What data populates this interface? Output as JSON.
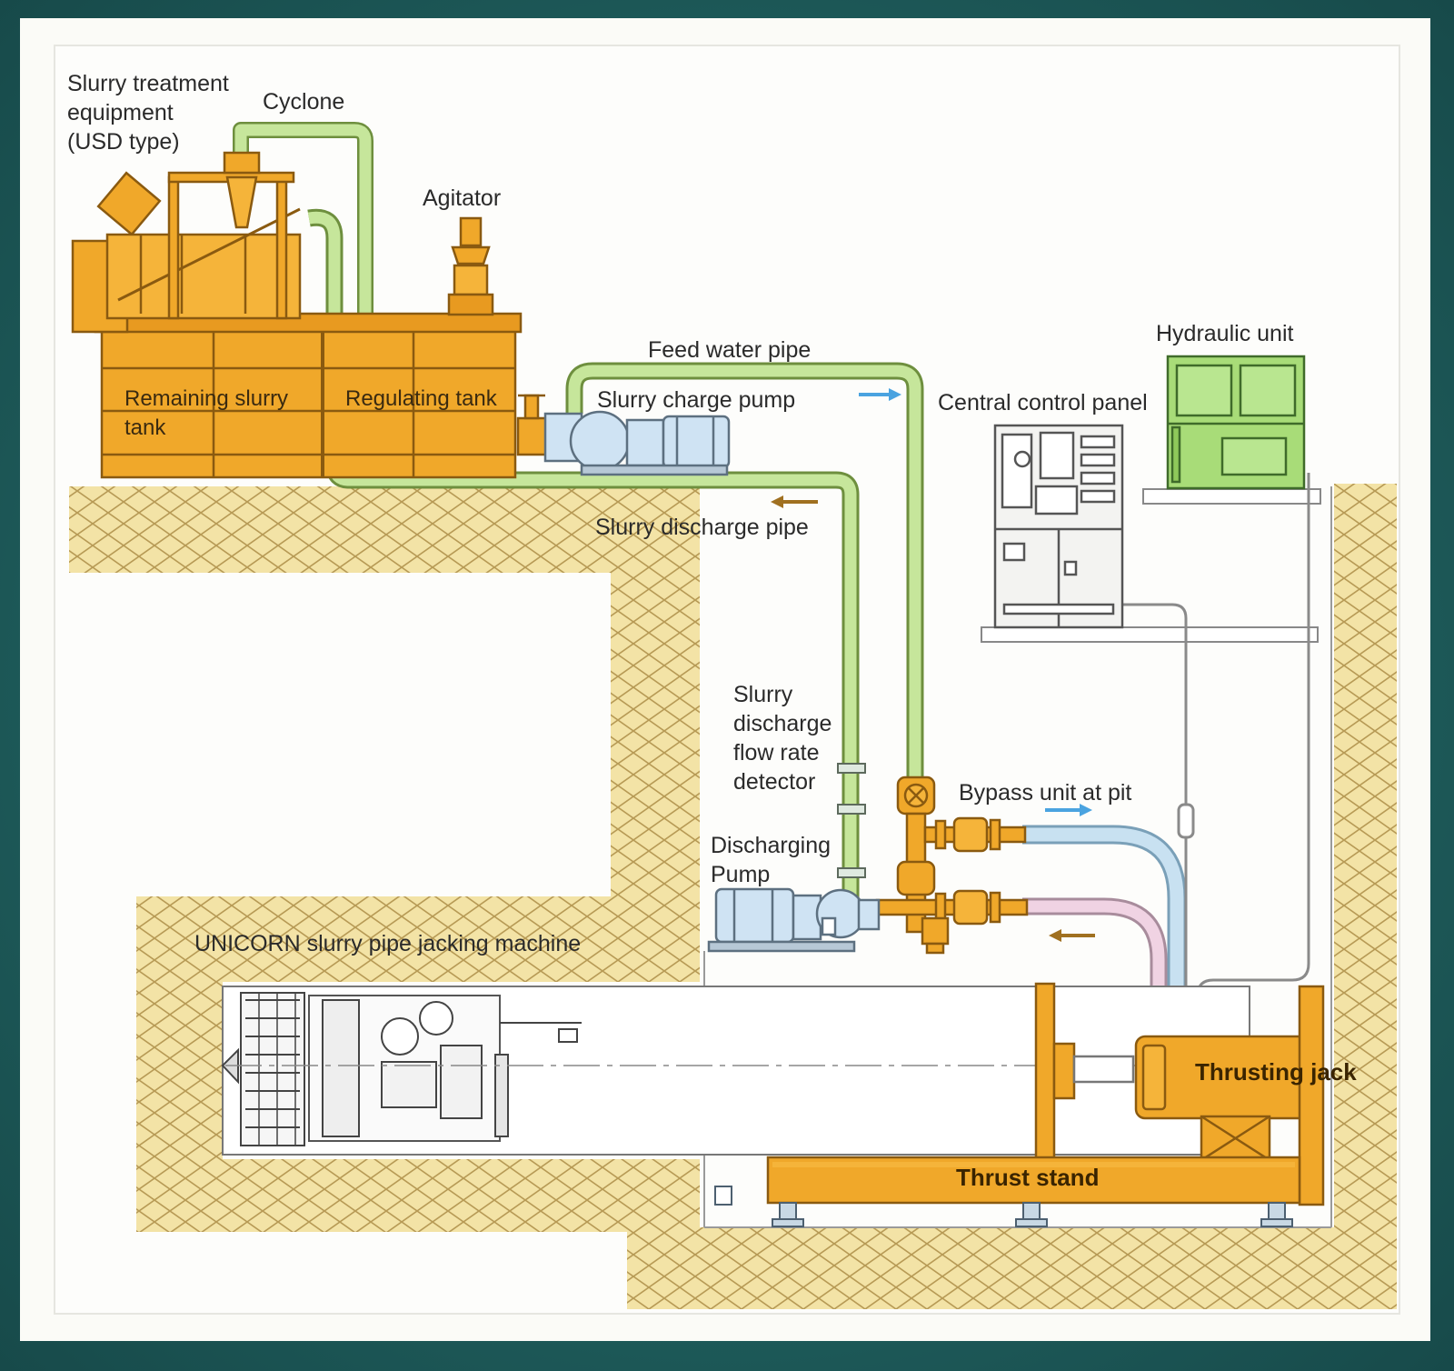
{
  "labels": {
    "slurry_treatment_1": "Slurry treatment",
    "slurry_treatment_2": "equipment",
    "slurry_treatment_3": "(USD type)",
    "cyclone": "Cyclone",
    "agitator": "Agitator",
    "remaining_slurry_1": "Remaining slurry",
    "remaining_slurry_2": "tank",
    "regulating_tank": "Regulating tank",
    "feed_water_pipe": "Feed water pipe",
    "slurry_charge_pump": "Slurry charge pump",
    "slurry_discharge_pipe": "Slurry discharge pipe",
    "central_control_panel": "Central control panel",
    "hydraulic_unit": "Hydraulic unit",
    "flow_detector_1": "Slurry",
    "flow_detector_2": "discharge",
    "flow_detector_3": "flow rate",
    "flow_detector_4": "detector",
    "bypass_unit": "Bypass unit at pit",
    "discharging_pump_1": "Discharging",
    "discharging_pump_2": "Pump",
    "machine": "UNICORN slurry pipe jacking machine",
    "thrusting_jack": "Thrusting jack",
    "thrust_stand": "Thrust stand"
  },
  "colors": {
    "frame_bg": "#1f5e5d",
    "equipment_orange": "#f0a82a",
    "slurry_pipe_green": "#b9e08a",
    "water_pipe_blue": "#bcd9ec",
    "return_pipe_pink": "#ecc7dc",
    "hydraulic_green": "#9ed86a",
    "flow_arrow_blue": "#4aa3e0",
    "flow_arrow_brown": "#a07020"
  }
}
